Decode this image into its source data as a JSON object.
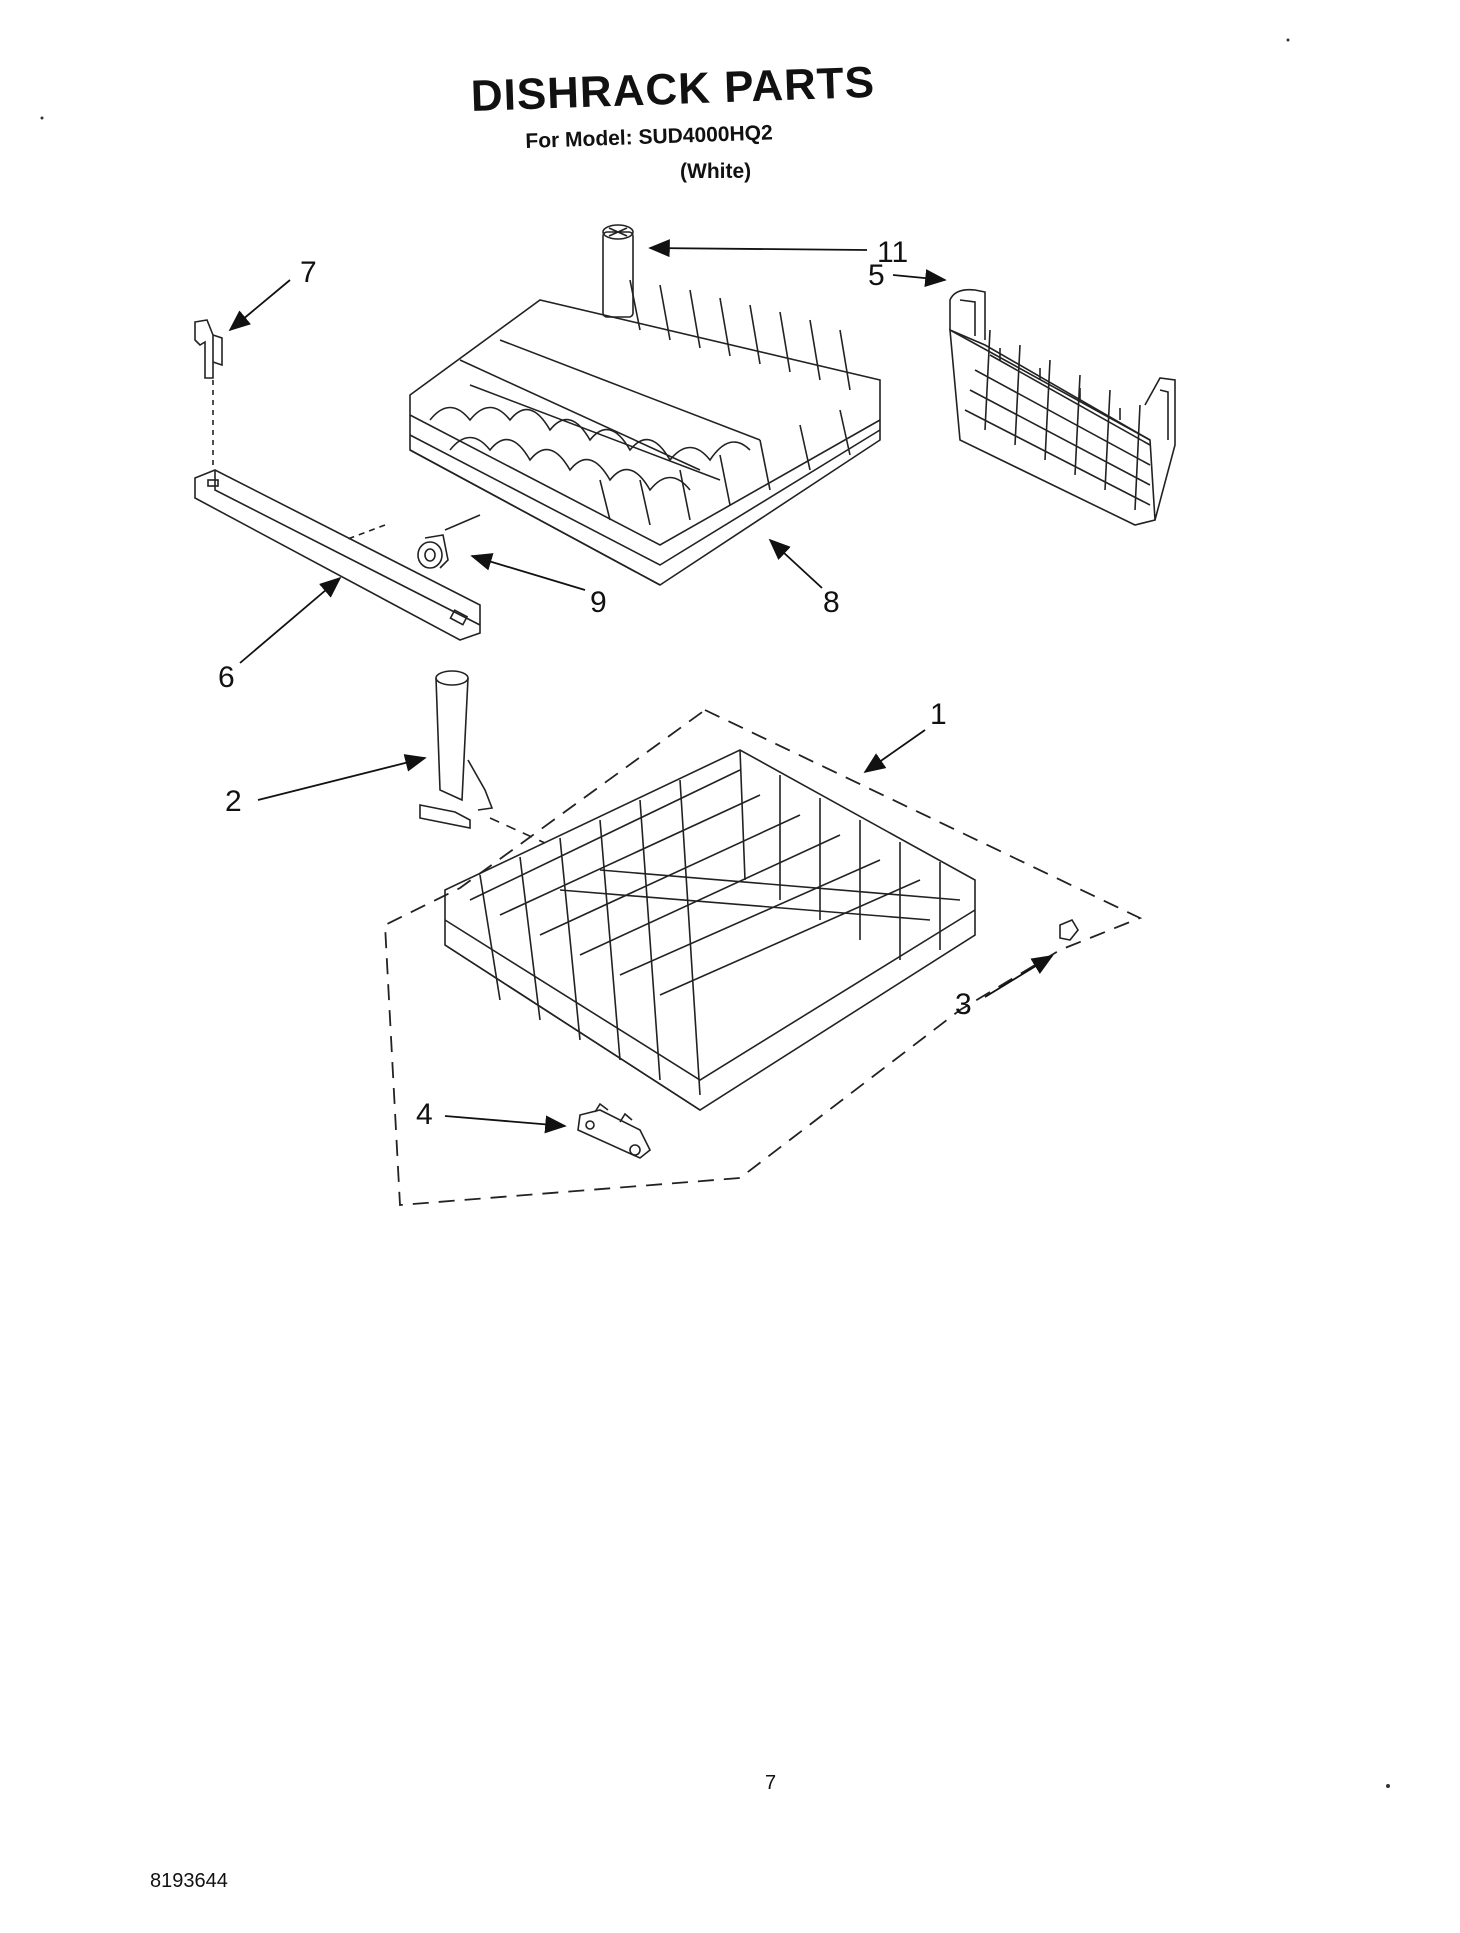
{
  "header": {
    "title": "DISHRACK PARTS",
    "model_line": "For Model: SUD4000HQ2",
    "variant": "(White)"
  },
  "callouts": {
    "c1": "1",
    "c2": "2",
    "c3": "3",
    "c4": "4",
    "c5": "5",
    "c6": "6",
    "c7": "7",
    "c8": "8",
    "c9": "9",
    "c11": "11"
  },
  "footer": {
    "page_number": "7",
    "doc_number": "8193644"
  }
}
